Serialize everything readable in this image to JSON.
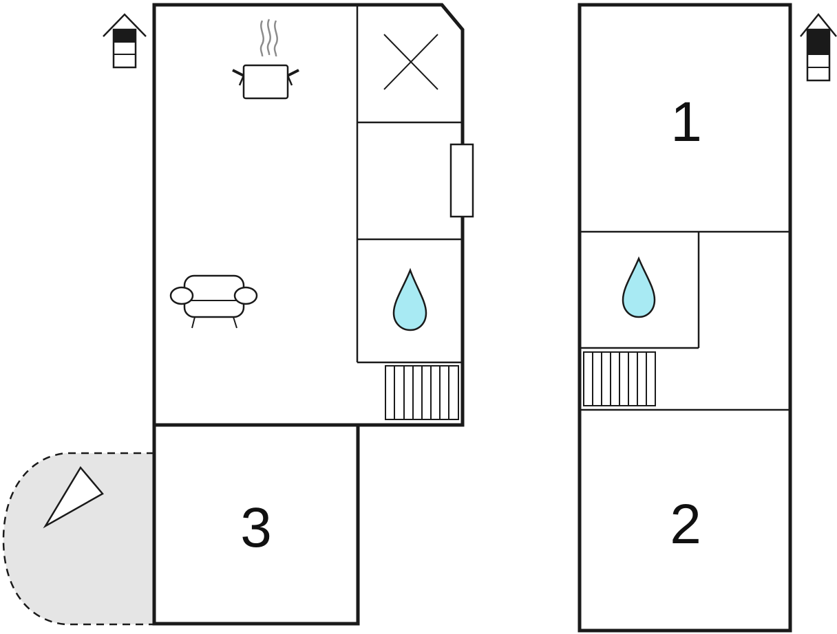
{
  "floors": [
    {
      "rooms": [
        {
          "id": "kitchen-living",
          "icons": [
            "cooking-pot-icon",
            "sofa-icon"
          ]
        },
        {
          "id": "wc-closet",
          "icons": [
            "cross-icon"
          ]
        },
        {
          "id": "hall",
          "icons": [
            "radiator-icon"
          ]
        },
        {
          "id": "bathroom",
          "icons": [
            "water-drop-icon"
          ]
        },
        {
          "id": "stairs",
          "icons": [
            "staircase-icon"
          ]
        },
        {
          "id": "bedroom-3",
          "number": "3"
        }
      ],
      "level_icon": "ground-floor-level-icon",
      "terrace_icon": "terrace-triangle-icon"
    },
    {
      "rooms": [
        {
          "id": "bedroom-1",
          "number": "1"
        },
        {
          "id": "bathroom-upper",
          "icons": [
            "water-drop-icon"
          ]
        },
        {
          "id": "landing",
          "icons": [
            "staircase-icon"
          ]
        },
        {
          "id": "bedroom-2",
          "number": "2"
        }
      ],
      "level_icon": "upper-floor-level-icon"
    }
  ],
  "colors": {
    "wall": "#1a1a1a",
    "water": "#a8eaf3",
    "terrace": "#e5e5e5",
    "steam": "#8c8c8c"
  }
}
